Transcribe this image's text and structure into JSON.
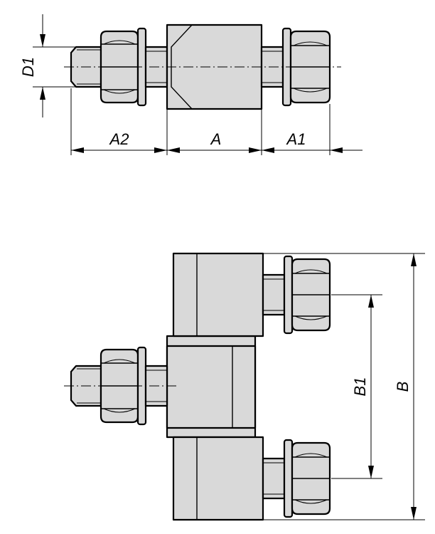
{
  "top_view": {
    "dimensions": {
      "d1": "D1",
      "a2": "A2",
      "a": "A",
      "a1": "A1"
    }
  },
  "front_view": {
    "dimensions": {
      "b1": "B1",
      "b": "B"
    }
  }
}
